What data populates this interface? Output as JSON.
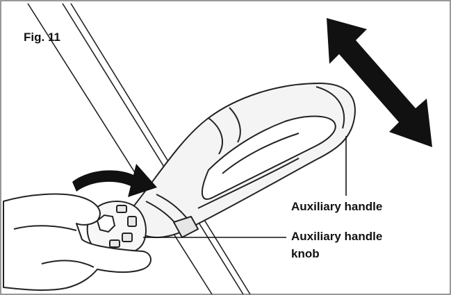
{
  "figure": {
    "label": "Fig. 11",
    "callouts": {
      "auxiliary_handle": "Auxiliary handle",
      "knob_line1": "Auxiliary handle",
      "knob_line2": "knob"
    }
  },
  "colors": {
    "ink": "#111111",
    "frame": "#777777",
    "background": "#ffffff"
  },
  "icons": {
    "rotation_arrow": "curved-arrow-icon",
    "adjust_arrow": "double-arrow-icon"
  }
}
